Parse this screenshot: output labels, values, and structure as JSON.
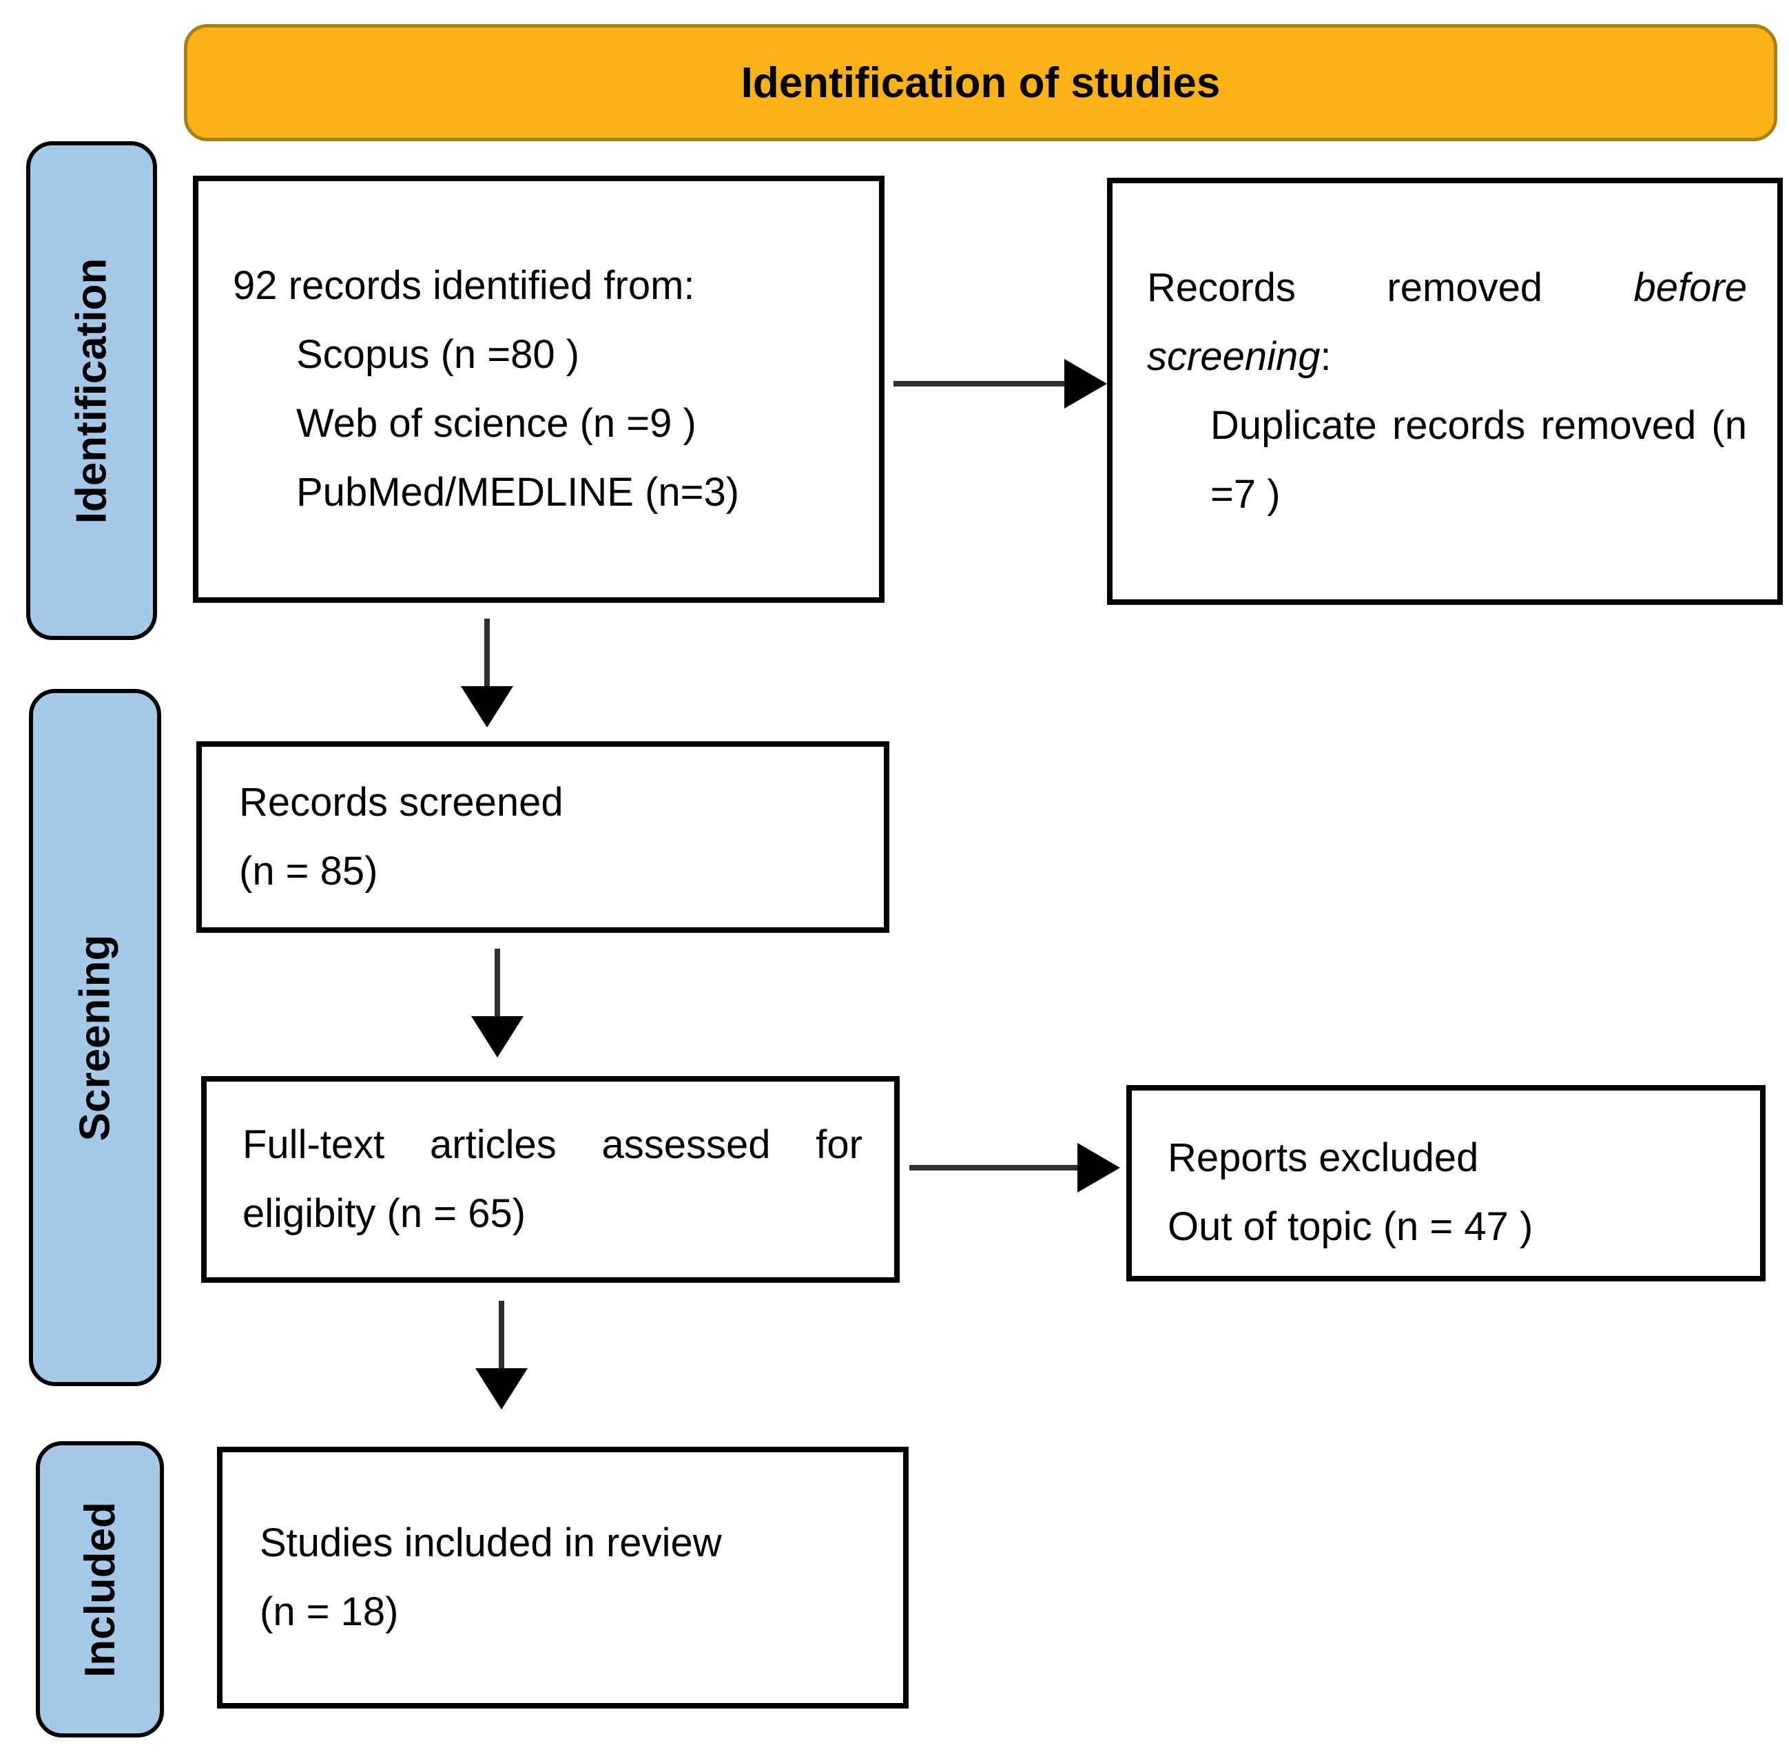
{
  "banner": {
    "title": "Identification of studies"
  },
  "sidebar": {
    "stages": [
      {
        "label": "Identification"
      },
      {
        "label": "Screening"
      },
      {
        "label": "Included"
      }
    ]
  },
  "boxes": {
    "identified": {
      "intro": "92 records identified from:",
      "sources": [
        "Scopus (n =80 )",
        "Web of science (n =9 )",
        "PubMed/MEDLINE (n=3)"
      ]
    },
    "removed": {
      "lead": "Records removed ",
      "italic": "before screening",
      "colon": ":",
      "detail": "Duplicate records removed (n =7 )"
    },
    "screened": {
      "line1": "Records screened",
      "line2": "(n = 85)"
    },
    "fulltext": {
      "text": "Full-text articles assessed for eligibity (n = 65)"
    },
    "excluded": {
      "line1": "Reports excluded",
      "line2": "Out of topic (n = 47 )"
    },
    "included": {
      "line1": "Studies included in review",
      "line2": "(n = 18)"
    }
  },
  "colors": {
    "banner_fill": "#FBB216",
    "banner_border": "#A97F10",
    "stage_fill": "#A6C9E9",
    "stage_border": "#000000",
    "box_fill": "#FFFFFF",
    "box_border": "#000000",
    "arrow_shaft": "#303030",
    "arrow_head": "#000000",
    "text": "#000000",
    "background": "#FFFFFF"
  }
}
